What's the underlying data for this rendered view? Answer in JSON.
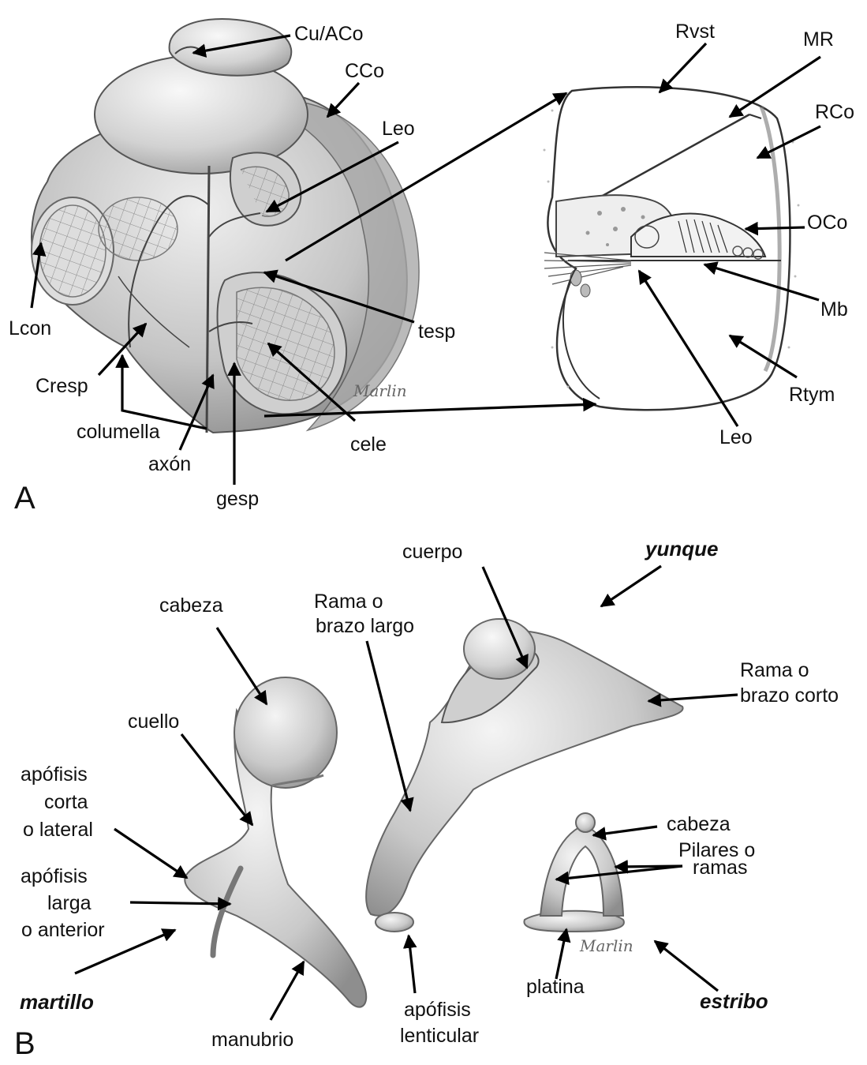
{
  "panel_a": {
    "label": "A",
    "labels": {
      "cu_aco": "Cu/ACo",
      "cco": "CCo",
      "leo_left": "Leo",
      "lcon": "Lcon",
      "cresp": "Cresp",
      "columella": "columella",
      "axon": "axón",
      "gesp": "gesp",
      "cele": "cele",
      "tesp": "tesp",
      "rvst": "Rvst",
      "mr": "MR",
      "rco": "RCo",
      "oco": "OCo",
      "mb": "Mb",
      "rtym": "Rtym",
      "leo_right": "Leo"
    },
    "signature": "Marlin"
  },
  "panel_b": {
    "label": "B",
    "bone_names": {
      "yunque": "yunque",
      "martillo": "martillo",
      "estribo": "estribo"
    },
    "martillo_parts": {
      "cabeza": "cabeza",
      "cuello": "cuello",
      "apofisis_corta_1": "apófisis",
      "apofisis_corta_2": "corta",
      "apofisis_corta_3": "o lateral",
      "apofisis_larga_1": "apófisis",
      "apofisis_larga_2": "larga",
      "apofisis_larga_3": "o anterior",
      "manubrio": "manubrio"
    },
    "yunque_parts": {
      "cuerpo": "cuerpo",
      "rama_larga_1": "Rama o",
      "rama_larga_2": "brazo largo",
      "rama_corta_1": "Rama o",
      "rama_corta_2": "brazo corto",
      "apofisis_lenticular_1": "apófisis",
      "apofisis_lenticular_2": "lenticular"
    },
    "estribo_parts": {
      "cabeza": "cabeza",
      "pilares_1": "Pilares o",
      "pilares_2": "ramas",
      "platina": "platina"
    },
    "signature": "Marlin"
  }
}
